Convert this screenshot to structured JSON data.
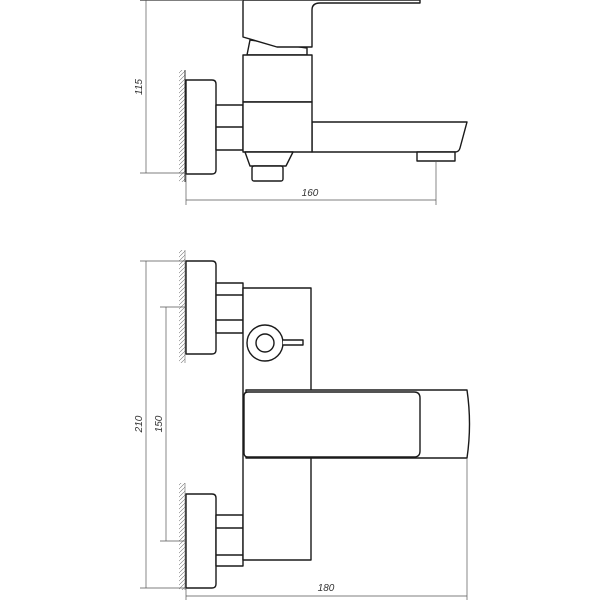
{
  "side_view": {
    "dimensions": {
      "height": "115",
      "projection": "160"
    }
  },
  "front_view": {
    "dimensions": {
      "overall_height": "210",
      "inlet_spacing": "150",
      "overall_length": "180"
    }
  },
  "colors": {
    "line": "#1a1a1a",
    "dimension": "#555555",
    "background": "#ffffff"
  }
}
